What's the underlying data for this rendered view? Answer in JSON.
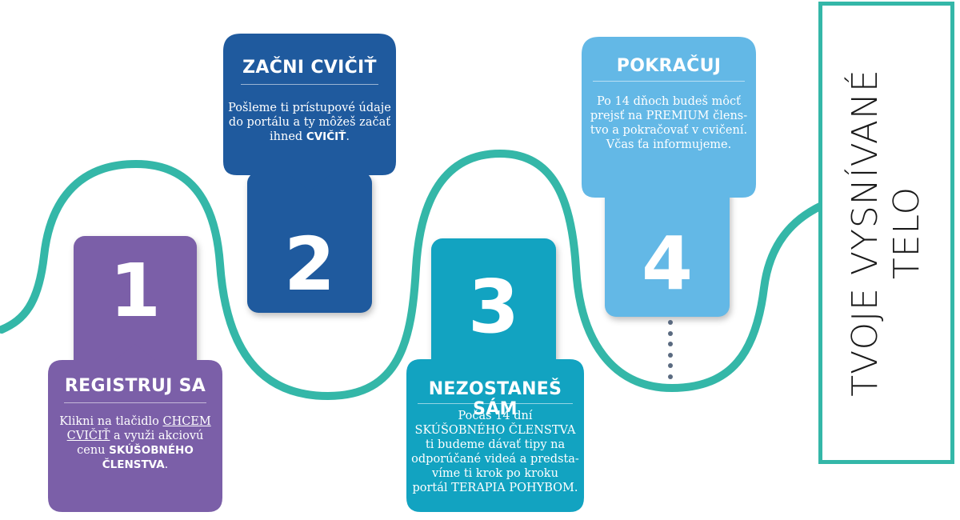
{
  "steps": [
    {
      "number": "1",
      "title": "REGISTRUJ SA",
      "lines": [
        [
          {
            "t": "Klikni na tlačidlo "
          },
          {
            "t": "CHCEM",
            "style": "u"
          }
        ],
        [
          {
            "t": "CVIČIŤ",
            "style": "u"
          },
          {
            "t": " a využi akciovú"
          }
        ],
        [
          {
            "t": "cenu "
          },
          {
            "t": "SKÚŠOBNÉHO",
            "style": "b"
          }
        ],
        [
          {
            "t": "ČLENSTVA",
            "style": "b"
          },
          {
            "t": "."
          }
        ]
      ],
      "color": "#7b5fa8"
    },
    {
      "number": "2",
      "title": "ZAČNI CVIČIŤ",
      "lines": [
        [
          {
            "t": "Pošleme ti prístupové údaje"
          }
        ],
        [
          {
            "t": "do portálu a ty môžeš začať"
          }
        ],
        [
          {
            "t": "ihned "
          },
          {
            "t": "CVIČIŤ",
            "style": "b"
          },
          {
            "t": "."
          }
        ]
      ],
      "color": "#1f5a9e"
    },
    {
      "number": "3",
      "title": "NEZOSTANEŠ SÁM",
      "lines": [
        [
          {
            "t": "Počas 14 dní"
          }
        ],
        [
          {
            "t": "SKÚŠOBNÉHO ČLENSTVA"
          }
        ],
        [
          {
            "t": "ti budeme dávať tipy na"
          }
        ],
        [
          {
            "t": "odporúčané videá a predsta-"
          }
        ],
        [
          {
            "t": "víme ti krok po kroku"
          }
        ],
        [
          {
            "t": "portál TERAPIA POHYBOM."
          }
        ]
      ],
      "color": "#12a3c1"
    },
    {
      "number": "4",
      "title": "POKRAČUJ",
      "lines": [
        [
          {
            "t": "Po 14 dňoch budeš môcť"
          }
        ],
        [
          {
            "t": "prejsť na PREMIUM člens-"
          }
        ],
        [
          {
            "t": "tvo a pokračovať v cvičení."
          }
        ],
        [
          {
            "t": "Včas ťa informujeme."
          }
        ]
      ],
      "color": "#63b8e6"
    }
  ],
  "goal": {
    "line1": "TVOJE VYSNÍVANÉ",
    "line2": "TELO"
  },
  "colors": {
    "wave": "#34b7a8"
  }
}
